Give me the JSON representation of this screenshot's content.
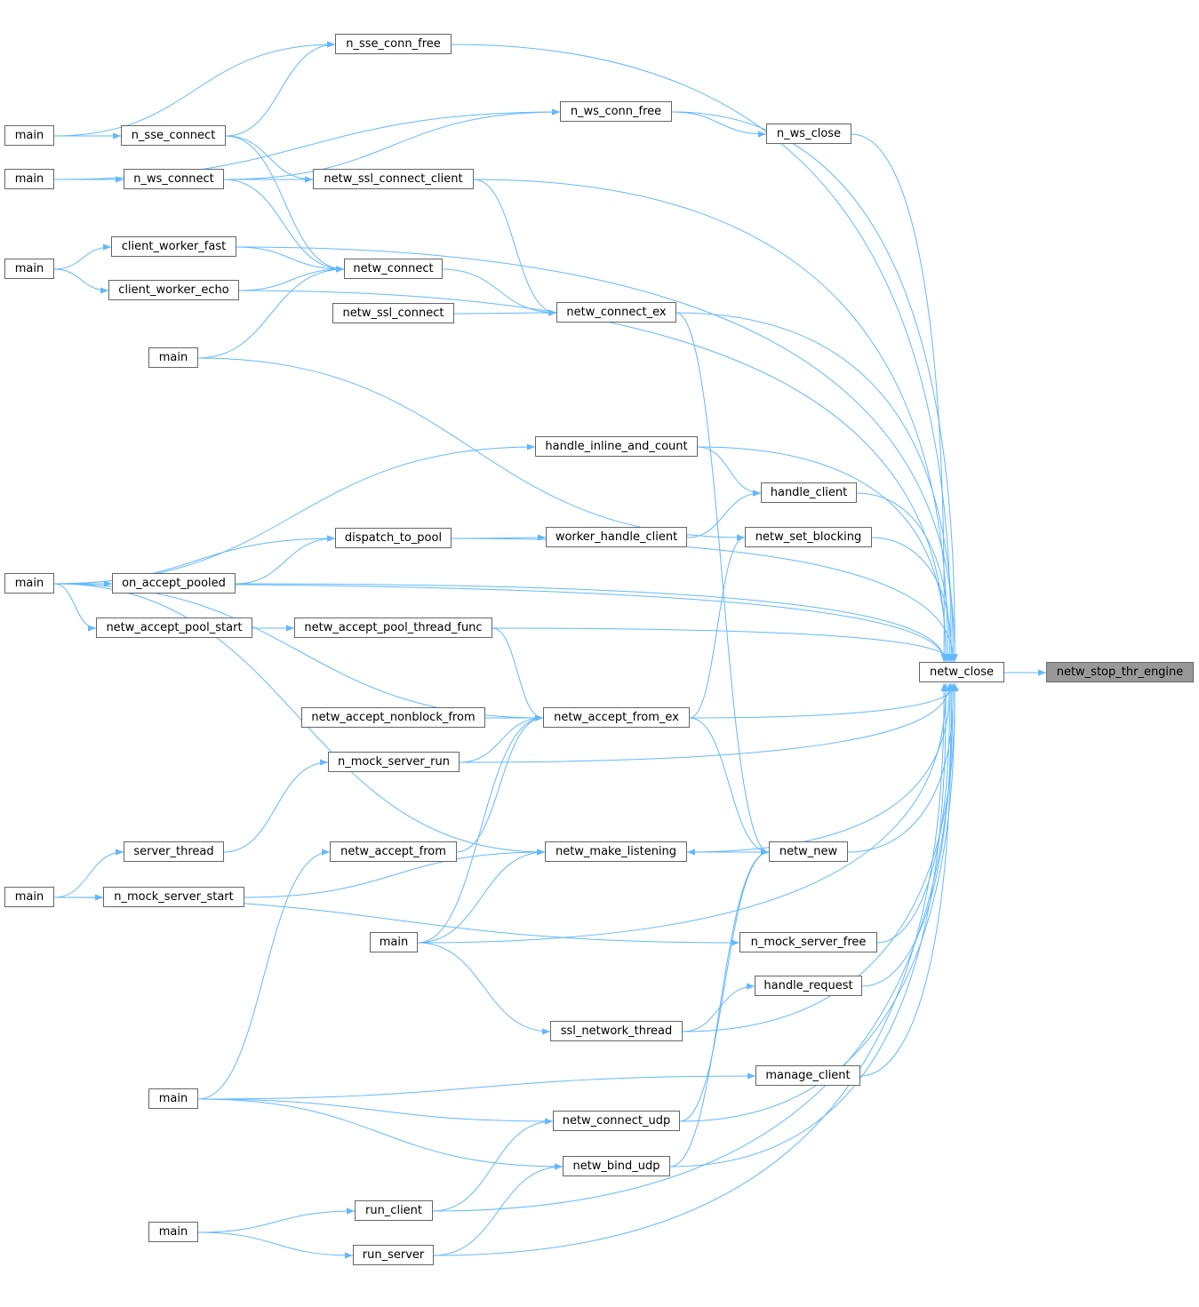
{
  "colors": {
    "edge": "#63b8ff",
    "node_border": "#666666",
    "focus_fill": "#999999"
  },
  "nodes": [
    {
      "id": "main1",
      "label": "main"
    },
    {
      "id": "main2",
      "label": "main"
    },
    {
      "id": "main3",
      "label": "main"
    },
    {
      "id": "main4",
      "label": "main"
    },
    {
      "id": "main5",
      "label": "main"
    },
    {
      "id": "main6",
      "label": "main"
    },
    {
      "id": "main7",
      "label": "main"
    },
    {
      "id": "main8",
      "label": "main"
    },
    {
      "id": "main9",
      "label": "main"
    },
    {
      "id": "n_sse_connect",
      "label": "n_sse_connect"
    },
    {
      "id": "n_ws_connect",
      "label": "n_ws_connect"
    },
    {
      "id": "client_worker_fast",
      "label": "client_worker_fast"
    },
    {
      "id": "client_worker_echo",
      "label": "client_worker_echo"
    },
    {
      "id": "on_accept_pooled",
      "label": "on_accept_pooled"
    },
    {
      "id": "netw_accept_pool_start",
      "label": "netw_accept_pool_start"
    },
    {
      "id": "server_thread",
      "label": "server_thread"
    },
    {
      "id": "n_mock_server_start",
      "label": "n_mock_server_start"
    },
    {
      "id": "n_sse_conn_free",
      "label": "n_sse_conn_free"
    },
    {
      "id": "netw_ssl_connect_client",
      "label": "netw_ssl_connect_client"
    },
    {
      "id": "netw_connect",
      "label": "netw_connect"
    },
    {
      "id": "netw_ssl_connect",
      "label": "netw_ssl_connect"
    },
    {
      "id": "dispatch_to_pool",
      "label": "dispatch_to_pool"
    },
    {
      "id": "netw_accept_pool_thread_func",
      "label": "netw_accept_pool_thread_func"
    },
    {
      "id": "netw_accept_nonblock_from",
      "label": "netw_accept_nonblock_from"
    },
    {
      "id": "n_mock_server_run",
      "label": "n_mock_server_run"
    },
    {
      "id": "netw_accept_from",
      "label": "netw_accept_from"
    },
    {
      "id": "run_client",
      "label": "run_client"
    },
    {
      "id": "run_server",
      "label": "run_server"
    },
    {
      "id": "n_ws_conn_free",
      "label": "n_ws_conn_free"
    },
    {
      "id": "netw_connect_ex",
      "label": "netw_connect_ex"
    },
    {
      "id": "handle_inline_and_count",
      "label": "handle_inline_and_count"
    },
    {
      "id": "worker_handle_client",
      "label": "worker_handle_client"
    },
    {
      "id": "netw_accept_from_ex",
      "label": "netw_accept_from_ex"
    },
    {
      "id": "netw_make_listening",
      "label": "netw_make_listening"
    },
    {
      "id": "ssl_network_thread",
      "label": "ssl_network_thread"
    },
    {
      "id": "netw_connect_udp",
      "label": "netw_connect_udp"
    },
    {
      "id": "netw_bind_udp",
      "label": "netw_bind_udp"
    },
    {
      "id": "n_ws_close",
      "label": "n_ws_close"
    },
    {
      "id": "handle_client",
      "label": "handle_client"
    },
    {
      "id": "netw_set_blocking",
      "label": "netw_set_blocking"
    },
    {
      "id": "netw_new",
      "label": "netw_new"
    },
    {
      "id": "n_mock_server_free",
      "label": "n_mock_server_free"
    },
    {
      "id": "handle_request",
      "label": "handle_request"
    },
    {
      "id": "manage_client",
      "label": "manage_client"
    },
    {
      "id": "netw_close",
      "label": "netw_close"
    },
    {
      "id": "netw_stop_thr_engine",
      "label": "netw_stop_thr_engine",
      "focus": true
    }
  ],
  "edges": [
    [
      "main1",
      "n_sse_connect"
    ],
    [
      "main1",
      "n_sse_conn_free"
    ],
    [
      "main2",
      "n_ws_connect"
    ],
    [
      "main2",
      "n_ws_conn_free"
    ],
    [
      "main3",
      "client_worker_fast"
    ],
    [
      "main3",
      "client_worker_echo"
    ],
    [
      "n_sse_connect",
      "n_sse_conn_free"
    ],
    [
      "n_sse_connect",
      "netw_ssl_connect_client"
    ],
    [
      "n_sse_connect",
      "netw_connect"
    ],
    [
      "n_ws_connect",
      "n_ws_conn_free"
    ],
    [
      "n_ws_connect",
      "netw_ssl_connect_client"
    ],
    [
      "n_ws_connect",
      "netw_connect"
    ],
    [
      "client_worker_fast",
      "netw_connect"
    ],
    [
      "client_worker_fast",
      "netw_close"
    ],
    [
      "client_worker_echo",
      "netw_connect"
    ],
    [
      "client_worker_echo",
      "netw_close"
    ],
    [
      "main4",
      "netw_connect"
    ],
    [
      "main4",
      "netw_set_blocking"
    ],
    [
      "n_sse_conn_free",
      "netw_close"
    ],
    [
      "n_ws_conn_free",
      "n_ws_close"
    ],
    [
      "n_ws_conn_free",
      "netw_close"
    ],
    [
      "n_ws_close",
      "netw_close"
    ],
    [
      "netw_ssl_connect_client",
      "netw_connect_ex"
    ],
    [
      "netw_ssl_connect_client",
      "netw_close"
    ],
    [
      "netw_connect",
      "netw_connect_ex"
    ],
    [
      "netw_ssl_connect",
      "netw_connect_ex"
    ],
    [
      "netw_connect_ex",
      "netw_close"
    ],
    [
      "netw_connect_ex",
      "netw_new"
    ],
    [
      "main5",
      "netw_close"
    ],
    [
      "main5",
      "handle_inline_and_count"
    ],
    [
      "main5",
      "dispatch_to_pool"
    ],
    [
      "main5",
      "on_accept_pooled"
    ],
    [
      "main5",
      "netw_accept_pool_start"
    ],
    [
      "main5",
      "netw_accept_from_ex"
    ],
    [
      "main5",
      "netw_make_listening"
    ],
    [
      "handle_inline_and_count",
      "handle_client"
    ],
    [
      "handle_inline_and_count",
      "netw_close"
    ],
    [
      "worker_handle_client",
      "handle_client"
    ],
    [
      "handle_client",
      "netw_close"
    ],
    [
      "dispatch_to_pool",
      "worker_handle_client"
    ],
    [
      "dispatch_to_pool",
      "netw_close"
    ],
    [
      "on_accept_pooled",
      "dispatch_to_pool"
    ],
    [
      "on_accept_pooled",
      "netw_close"
    ],
    [
      "netw_accept_pool_start",
      "netw_accept_pool_thread_func"
    ],
    [
      "netw_accept_pool_thread_func",
      "netw_accept_from_ex"
    ],
    [
      "netw_accept_pool_thread_func",
      "netw_close"
    ],
    [
      "netw_set_blocking",
      "netw_close"
    ],
    [
      "netw_accept_from_ex",
      "netw_set_blocking"
    ],
    [
      "netw_accept_from_ex",
      "netw_close"
    ],
    [
      "netw_accept_from_ex",
      "netw_new"
    ],
    [
      "netw_accept_nonblock_from",
      "netw_accept_from_ex"
    ],
    [
      "n_mock_server_run",
      "netw_accept_from_ex"
    ],
    [
      "n_mock_server_run",
      "netw_close"
    ],
    [
      "server_thread",
      "n_mock_server_run"
    ],
    [
      "main6",
      "server_thread"
    ],
    [
      "main6",
      "n_mock_server_start"
    ],
    [
      "main6",
      "n_mock_server_free"
    ],
    [
      "n_mock_server_start",
      "netw_make_listening"
    ],
    [
      "netw_accept_from",
      "netw_accept_from_ex"
    ],
    [
      "netw_make_listening",
      "netw_close"
    ],
    [
      "netw_new",
      "netw_make_listening"
    ],
    [
      "netw_new",
      "netw_close"
    ],
    [
      "main7",
      "netw_accept_from_ex"
    ],
    [
      "main7",
      "netw_make_listening"
    ],
    [
      "main7",
      "netw_close"
    ],
    [
      "main7",
      "ssl_network_thread"
    ],
    [
      "n_mock_server_free",
      "netw_close"
    ],
    [
      "handle_request",
      "netw_close"
    ],
    [
      "ssl_network_thread",
      "handle_request"
    ],
    [
      "ssl_network_thread",
      "netw_close"
    ],
    [
      "main8",
      "netw_accept_from"
    ],
    [
      "main8",
      "manage_client"
    ],
    [
      "main8",
      "netw_connect_udp"
    ],
    [
      "main8",
      "netw_bind_udp"
    ],
    [
      "manage_client",
      "netw_close"
    ],
    [
      "netw_connect_udp",
      "netw_new"
    ],
    [
      "netw_connect_udp",
      "netw_close"
    ],
    [
      "netw_bind_udp",
      "netw_new"
    ],
    [
      "netw_bind_udp",
      "netw_close"
    ],
    [
      "main9",
      "run_client"
    ],
    [
      "main9",
      "run_server"
    ],
    [
      "run_client",
      "netw_connect_udp"
    ],
    [
      "run_client",
      "netw_close"
    ],
    [
      "run_server",
      "netw_bind_udp"
    ],
    [
      "run_server",
      "netw_close"
    ],
    [
      "netw_close",
      "netw_stop_thr_engine"
    ]
  ]
}
